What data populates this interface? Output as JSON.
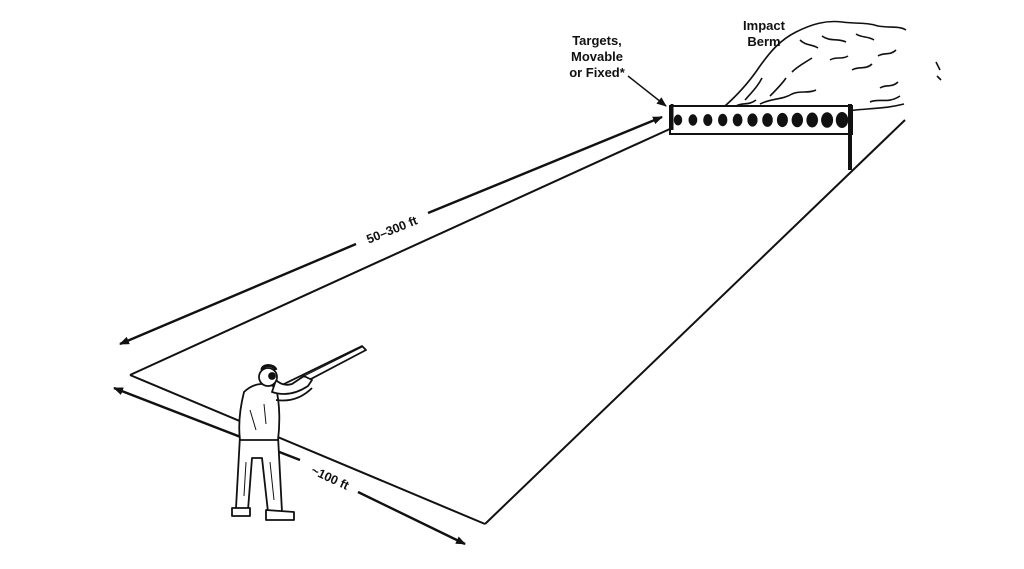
{
  "labels": {
    "targets_line1": "Targets,",
    "targets_line2": "Movable",
    "targets_line3": "or Fixed*",
    "berm_line1": "Impact",
    "berm_line2": "Berm",
    "range_length": "50–300 ft",
    "range_width": "~100 ft"
  },
  "colors": {
    "ink": "#111111",
    "background": "#ffffff",
    "target_fill": "#111111"
  },
  "target_count": 12
}
